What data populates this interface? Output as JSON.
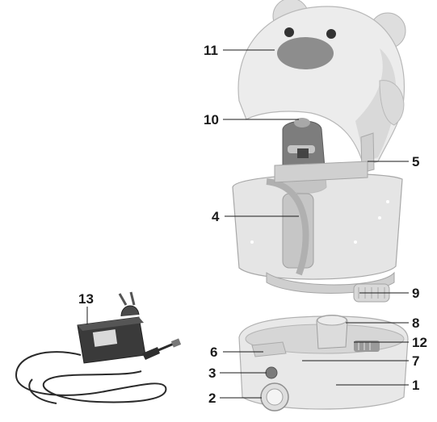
{
  "figure": {
    "description_labels": [
      "1",
      "2",
      "3",
      "4",
      "5",
      "6",
      "7",
      "8",
      "9",
      "10",
      "11",
      "12",
      "13"
    ],
    "callouts": [
      {
        "id": "11",
        "text": "11"
      },
      {
        "id": "10",
        "text": "10"
      },
      {
        "id": "5",
        "text": "5"
      },
      {
        "id": "4",
        "text": "4"
      },
      {
        "id": "9",
        "text": "9"
      },
      {
        "id": "13",
        "text": "13"
      },
      {
        "id": "8",
        "text": "8"
      },
      {
        "id": "6",
        "text": "6"
      },
      {
        "id": "12",
        "text": "12"
      },
      {
        "id": "3",
        "text": "3"
      },
      {
        "id": "7",
        "text": "7"
      },
      {
        "id": "2",
        "text": "2"
      },
      {
        "id": "1",
        "text": "1"
      }
    ]
  },
  "colors": {
    "label": "#1a1a1a",
    "shell": "#e9e9e9",
    "shell_shadow": "#bdbdbd",
    "nose": "#8a8a8a",
    "tank": "#d6d6d6",
    "adapter": "#2e2e2e"
  }
}
